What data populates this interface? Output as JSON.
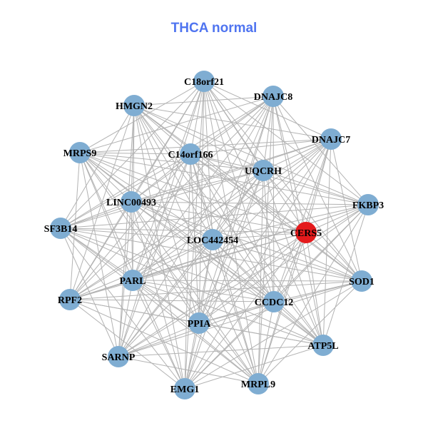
{
  "title": "THCA normal",
  "colors": {
    "title": "#4f74f0",
    "node": "#7fadd2",
    "highlight": "#e41a1c",
    "edge": "#b3b3b3"
  },
  "nodes": [
    {
      "label": "C18orf21"
    },
    {
      "label": "DNAJC8"
    },
    {
      "label": "HMGN2"
    },
    {
      "label": "DNAJC7"
    },
    {
      "label": "MRPS9"
    },
    {
      "label": "C14orf166"
    },
    {
      "label": "UQCRH"
    },
    {
      "label": "LINC00493"
    },
    {
      "label": "FKBP3"
    },
    {
      "label": "SF3B14"
    },
    {
      "label": "CERS5",
      "highlight": true
    },
    {
      "label": "LOC442454"
    },
    {
      "label": "PARL"
    },
    {
      "label": "SOD1"
    },
    {
      "label": "RPF2"
    },
    {
      "label": "CCDC12"
    },
    {
      "label": "PPIA"
    },
    {
      "label": "ATP5L"
    },
    {
      "label": "SARNP"
    },
    {
      "label": "EMG1"
    },
    {
      "label": "MRPL9"
    }
  ],
  "missing_edges": [
    [
      0,
      1
    ],
    [
      2,
      4
    ],
    [
      3,
      8
    ],
    [
      9,
      14
    ],
    [
      13,
      17
    ],
    [
      18,
      19
    ],
    [
      19,
      20
    ],
    [
      17,
      20
    ],
    [
      0,
      2
    ],
    [
      4,
      9
    ],
    [
      14,
      18
    ],
    [
      1,
      3
    ],
    [
      8,
      13
    ],
    [
      6,
      10
    ]
  ]
}
